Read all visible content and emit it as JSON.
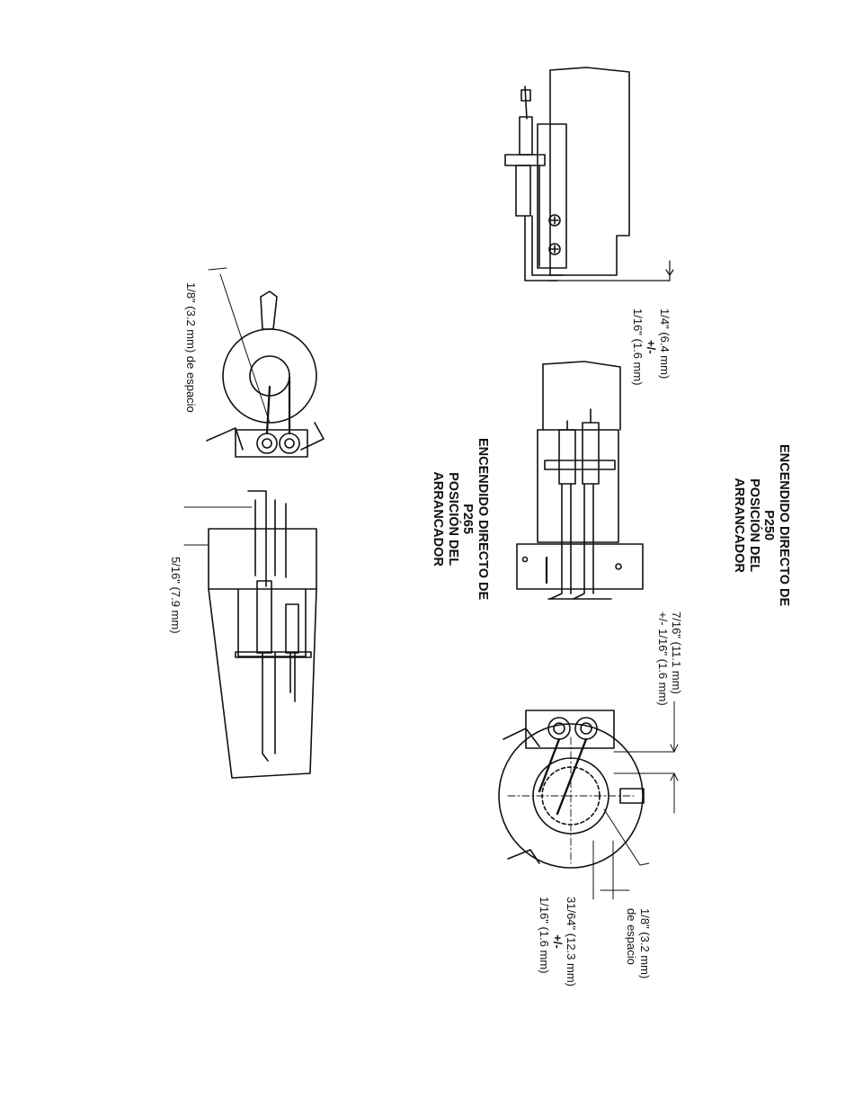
{
  "p250": {
    "title": [
      "ENCENDIDO DIRECTO DE",
      "P250",
      "POSICIÓN DEL",
      "ARRANCADOR"
    ],
    "side_dimension": [
      "1/4\" (6.4 mm)",
      "+/-",
      "1/16\" (1.6 mm)"
    ],
    "height_dimension": [
      "7/16\" (11.1 mm)",
      "+/- 1/16\" (1.6 mm)"
    ],
    "gap_dimension": [
      "1/8\" (3.2 mm)",
      "de espacio"
    ],
    "offset_dimension": [
      "31/64\" (12.3 mm)",
      "+/-",
      "1/16\" (1.6 mm)"
    ]
  },
  "p265": {
    "title": [
      "ENCENDIDO DIRECTO DE",
      "P265",
      "POSICIÓN DEL",
      "ARRANCADOR"
    ],
    "gap_dimension": "1/8\" (3.2 mm) de espacio",
    "side_dimension": "5/16\" (7.9 mm)"
  },
  "colors": {
    "ink": "#111111",
    "paper": "#ffffff"
  }
}
